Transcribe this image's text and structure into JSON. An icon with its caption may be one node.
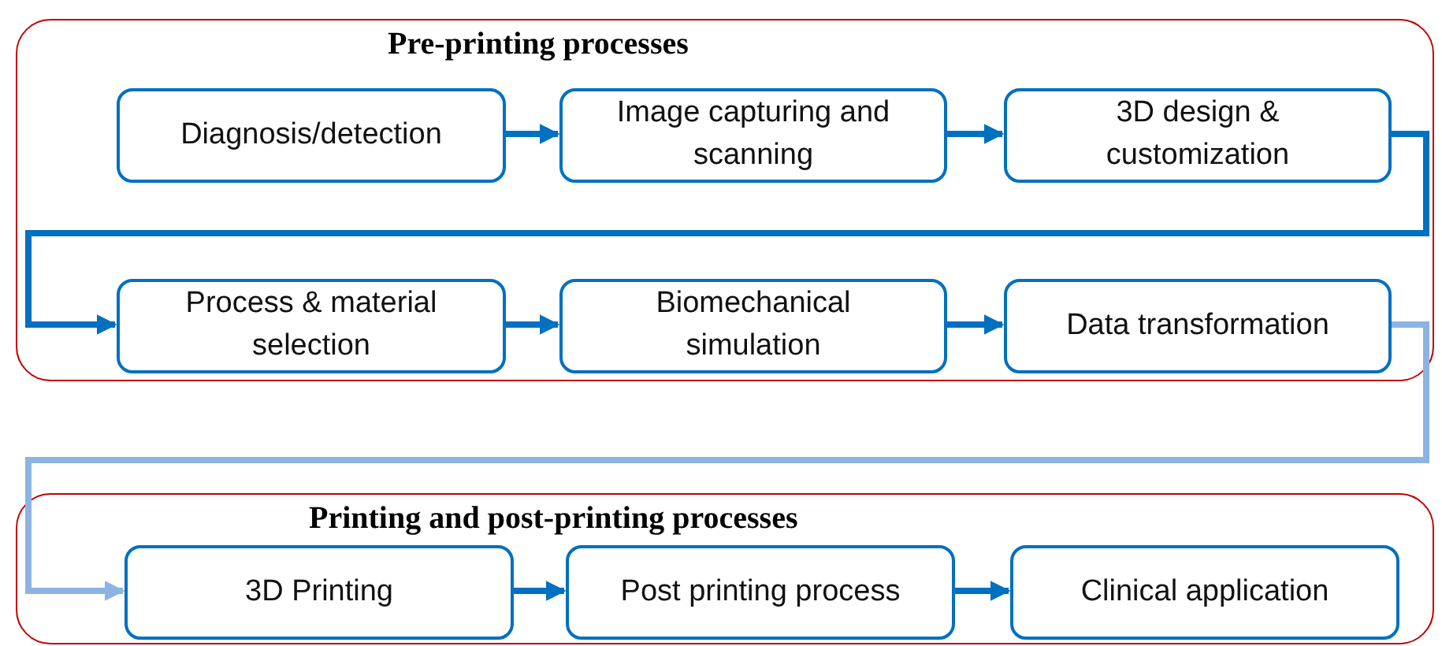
{
  "diagram": {
    "nodes": [
      {
        "text": [
          "Pre-printing processes"
        ]
      },
      {
        "text": [
          "Diagnosis/detection"
        ],
        "in": 0
      },
      {
        "text": [
          "Image capturing and scanning"
        ],
        "in": 0
      },
      {
        "text": [
          "3D design & customization"
        ],
        "in": 0
      },
      {
        "text": [
          "Process & material selection"
        ],
        "in": 0
      },
      {
        "text": [
          "Biomechanical simulation"
        ],
        "in": 0
      },
      {
        "text": [
          "Data transformation"
        ],
        "in": 0
      },
      {
        "text": [
          "Printing and post-printing processes"
        ]
      },
      {
        "text": [
          "3D Printing"
        ],
        "in": 7
      },
      {
        "text": [
          "Post printing process"
        ],
        "in": 7
      },
      {
        "text": [
          "Clinical application"
        ],
        "in": 7
      }
    ],
    "edges": [
      {
        "from": 1,
        "to": 2,
        "arrow": "to"
      },
      {
        "from": 2,
        "to": 3,
        "arrow": "to"
      },
      {
        "from": 3,
        "to": 4,
        "arrow": "to"
      },
      {
        "from": 4,
        "to": 5,
        "arrow": "to"
      },
      {
        "from": 5,
        "to": 6,
        "arrow": "to"
      },
      {
        "from": 6,
        "to": 8,
        "arrow": "to",
        "color": "#8db3e2"
      },
      {
        "from": 8,
        "to": 9,
        "arrow": "to"
      },
      {
        "from": 9,
        "to": 10,
        "arrow": "to"
      }
    ]
  }
}
